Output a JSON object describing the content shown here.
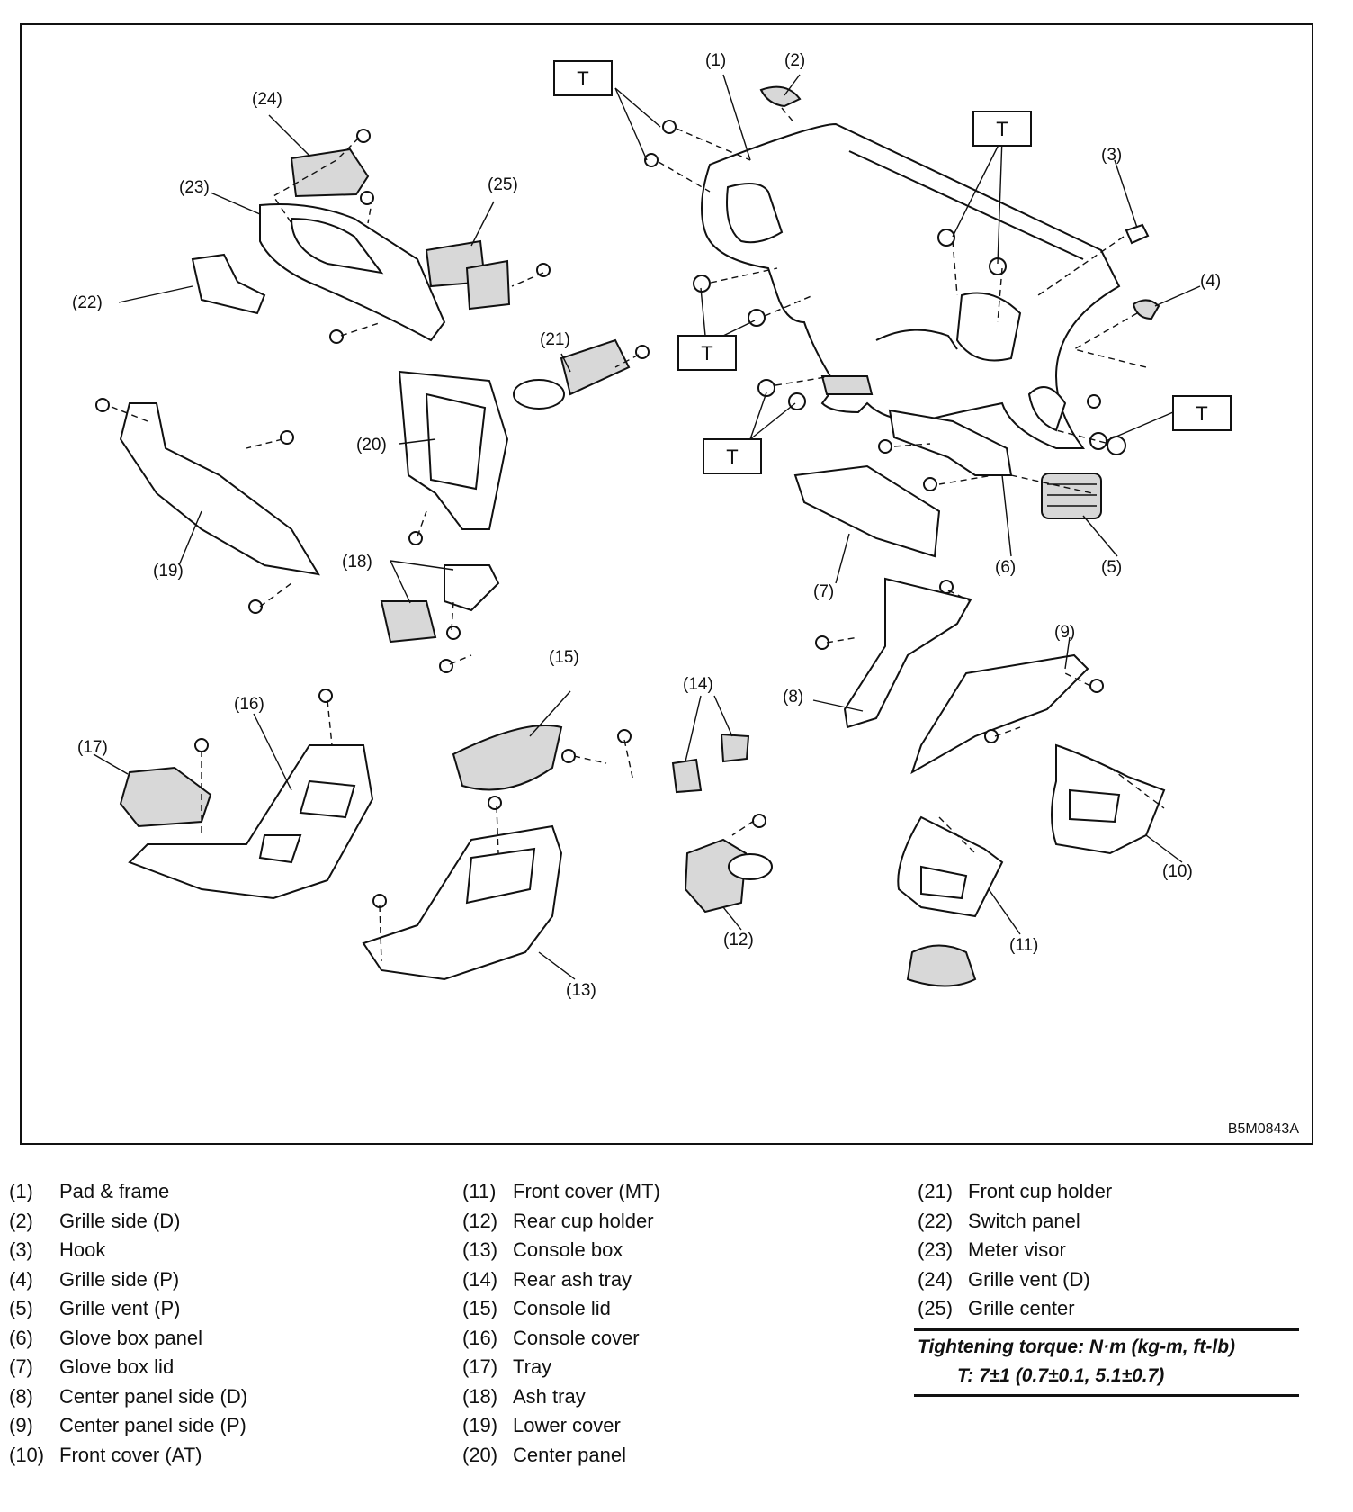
{
  "figure": {
    "id": "B5M0843A",
    "torque_marker": "T",
    "callouts": [
      "(1)",
      "(2)",
      "(3)",
      "(4)",
      "(5)",
      "(6)",
      "(7)",
      "(8)",
      "(9)",
      "(10)",
      "(11)",
      "(12)",
      "(13)",
      "(14)",
      "(15)",
      "(16)",
      "(17)",
      "(18)",
      "(19)",
      "(20)",
      "(21)",
      "(22)",
      "(23)",
      "(24)",
      "(25)"
    ]
  },
  "legend": {
    "col1": [
      {
        "num": "(1)",
        "name": "Pad & frame"
      },
      {
        "num": "(2)",
        "name": "Grille side (D)"
      },
      {
        "num": "(3)",
        "name": "Hook"
      },
      {
        "num": "(4)",
        "name": "Grille side (P)"
      },
      {
        "num": "(5)",
        "name": "Grille vent (P)"
      },
      {
        "num": "(6)",
        "name": "Glove box panel"
      },
      {
        "num": "(7)",
        "name": "Glove box lid"
      },
      {
        "num": "(8)",
        "name": "Center panel side (D)"
      },
      {
        "num": "(9)",
        "name": "Center panel side (P)"
      },
      {
        "num": "(10)",
        "name": "Front cover (AT)"
      }
    ],
    "col2": [
      {
        "num": "(11)",
        "name": "Front cover (MT)"
      },
      {
        "num": "(12)",
        "name": "Rear cup holder"
      },
      {
        "num": "(13)",
        "name": "Console box"
      },
      {
        "num": "(14)",
        "name": "Rear ash tray"
      },
      {
        "num": "(15)",
        "name": "Console lid"
      },
      {
        "num": "(16)",
        "name": "Console cover"
      },
      {
        "num": "(17)",
        "name": "Tray"
      },
      {
        "num": "(18)",
        "name": "Ash tray"
      },
      {
        "num": "(19)",
        "name": "Lower cover"
      },
      {
        "num": "(20)",
        "name": "Center panel"
      }
    ],
    "col3": [
      {
        "num": "(21)",
        "name": "Front cup holder"
      },
      {
        "num": "(22)",
        "name": "Switch panel"
      },
      {
        "num": "(23)",
        "name": "Meter visor"
      },
      {
        "num": "(24)",
        "name": "Grille vent (D)"
      },
      {
        "num": "(25)",
        "name": "Grille center"
      }
    ]
  },
  "torque": {
    "heading": "Tightening torque: N·m (kg-m, ft-lb)",
    "value": "T: 7±1 (0.7±0.1, 5.1±0.7)"
  }
}
